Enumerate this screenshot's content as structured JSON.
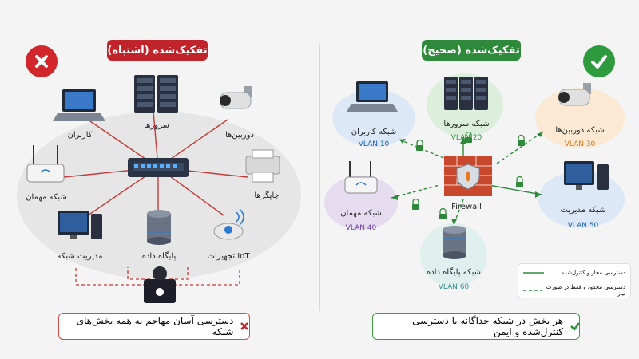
{
  "left": {
    "title": "تفکیک‌شده (اشتباه)",
    "labels": {
      "users": "کاربران",
      "servers": "سرورها",
      "cameras": "دوربین‌ها",
      "guest": "شبکه مهمان",
      "printers": "چاپگرها",
      "mgmt": "مدیریت شبکه",
      "db": "پایگاه داده",
      "iot": "تجهیزات IoT"
    },
    "bottom_text": "دسترسی آسان مهاجم به همه بخش‌های شبکه"
  },
  "right": {
    "title": "تفکیک‌شده (صحیح)",
    "labels": {
      "users": "شبکه کاربران",
      "servers": "شبکه سرورها",
      "cameras": "شبکه دوربین‌ها",
      "guest": "شبکه مهمان",
      "firewall": "Firewall",
      "mgmt": "شبکه مدیریت",
      "db": "شبکه پایگاه داده"
    },
    "vlans": {
      "users": "VLAN 10",
      "servers": "VLAN 20",
      "cameras": "VLAN 30",
      "guest": "VLAN 40",
      "mgmt": "VLAN 50",
      "db": "VLAN 60"
    },
    "legend": {
      "solid": "دسترسی مجاز و کنترل‌شده",
      "dashed": "دسترسی محدود و فقط در صورت نیاز"
    },
    "bottom_text": "هر بخش در شبکه جداگانه با دسترسی کنترل‌شده و ایمن"
  },
  "colors": {
    "red": "#c0242a",
    "green": "#2e8a3a",
    "vlan_users": "#1f5fa8",
    "vlan_servers": "#2e8a3a",
    "vlan_cameras": "#d07a1a",
    "vlan_guest": "#6a3aa0",
    "vlan_mgmt": "#1f5fa8",
    "vlan_db": "#2e8a8a"
  }
}
